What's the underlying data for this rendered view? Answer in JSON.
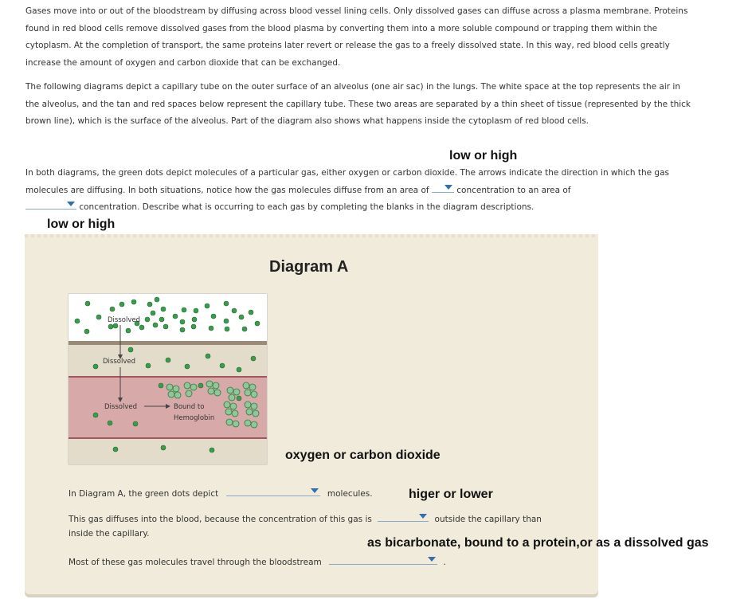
{
  "intro": {
    "p1": "Gases move into or out of the bloodstream by diffusing across blood vessel lining cells. Only dissolved gases can diffuse across a plasma membrane. Proteins found in red blood cells remove dissolved gases from the blood plasma by converting them into a more soluble compound or trapping them within the cytoplasm. At the completion of transport, the same proteins later revert or release the gas to a freely dissolved state. In this way, red blood cells greatly increase the amount of oxygen and carbon dioxide that can be exchanged.",
    "p2": "The following diagrams depict a capillary tube on the outer surface of an alveolus (one air sac) in the lungs. The white space at the top represents the air in the alveolus, and the tan and red spaces below represent the capillary tube. These two areas are separated by a thin sheet of tissue (represented by the thick brown line), which is the surface of the alveolus. Part of the diagram also shows what happens inside the cytoplasm of red blood cells.",
    "p3_a": "In both diagrams, the green dots depict molecules of a particular gas, either oxygen or carbon dioxide. The arrows indicate the direction in which the gas molecules are diffusing. In both situations, notice how the gas molecules diffuse from an area of",
    "p3_b": "concentration to an area of",
    "p3_c": "concentration. Describe what is occurring to each gas by completing the blanks in the diagram descriptions."
  },
  "notes": {
    "low_high_1": "low or high",
    "low_high_2": "low or high",
    "oxygen_co2": "oxygen or carbon dioxide",
    "higher_lower": "higer or lower",
    "transport": "as bicarbonate, bound to a protein,or as a dissolved gas"
  },
  "diagram": {
    "title": "Diagram A",
    "label_dissolved_air": "Dissolved",
    "label_dissolved_tan": "Dissolved",
    "label_dissolved_red": "Dissolved",
    "label_bound_1": "Bound to",
    "label_bound_2": "Hemoglobin"
  },
  "questions": {
    "q1_prefix": "In Diagram A, the green dots depict",
    "q1_suffix": "molecules.",
    "q2_prefix": "This gas diffuses into the blood, because the concentration of this gas is",
    "q2_suffix": "outside the capillary than",
    "q2_line2": "inside the capillary.",
    "q3_prefix": "Most of these gas molecules travel through the bloodstream",
    "q3_suffix": "."
  },
  "colors": {
    "molecule": "#3a9c4c",
    "membrane": "#9b8a76",
    "plasma": "#e3dccb",
    "rbc": "#d8a9a9",
    "dropdown_arrow": "#2f6fb3"
  }
}
